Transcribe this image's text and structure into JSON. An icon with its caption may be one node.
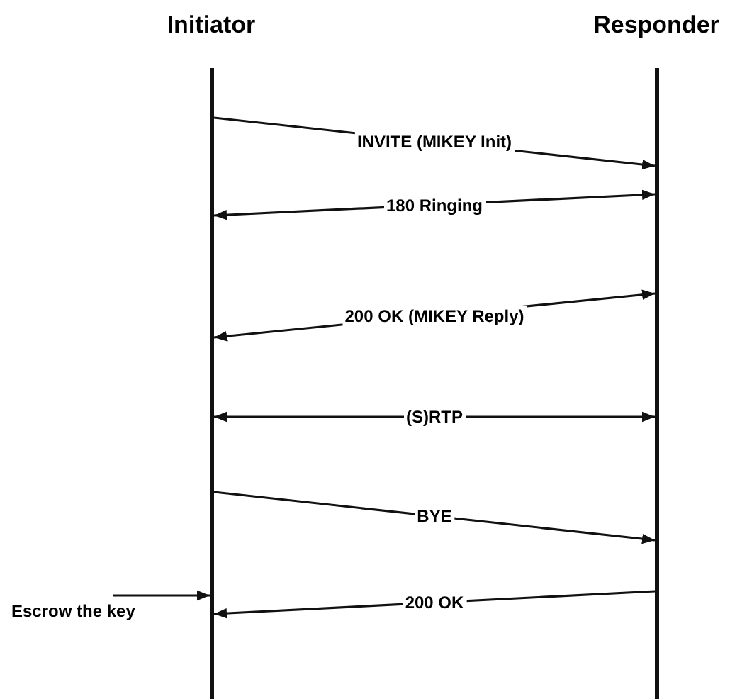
{
  "diagram": {
    "nodes": [
      {
        "text": [
          "Initiator"
        ]
      },
      {
        "text": [
          "Responder"
        ]
      },
      {
        "text": [
          "Escrow the key"
        ]
      }
    ],
    "edges": [
      {
        "from": 0,
        "to": 1,
        "arrow": "to",
        "label": "INVITE (MIKEY Init)"
      },
      {
        "from": 1,
        "to": 0,
        "arrow": "both",
        "label": "180 Ringing"
      },
      {
        "from": 1,
        "to": 0,
        "arrow": "both",
        "label": "200 OK (MIKEY Reply)"
      },
      {
        "from": 0,
        "to": 1,
        "arrow": "both",
        "label": "(S)RTP"
      },
      {
        "from": 0,
        "to": 1,
        "arrow": "to",
        "label": "BYE"
      },
      {
        "from": 1,
        "to": 0,
        "arrow": "to",
        "label": "200 OK"
      },
      {
        "from": 2,
        "to": 0,
        "arrow": "to"
      }
    ]
  }
}
